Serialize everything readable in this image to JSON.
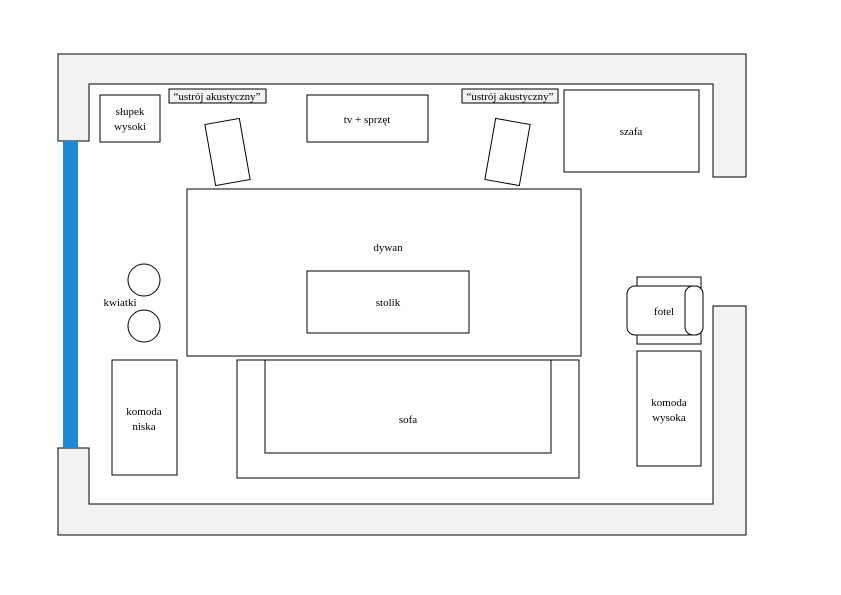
{
  "labels": {
    "slupek_line1": "słupek",
    "slupek_line2": "wysoki",
    "acoustic_left": "“ustrój akustyczny”",
    "acoustic_right": "“ustrój akustyczny”",
    "tv": "tv + sprzęt",
    "szafa": "szafa",
    "dywan": "dywan",
    "stolik": "stolik",
    "kwiatki": "kwiatki",
    "fotel": "fotel",
    "komoda_niska_line1": "komoda",
    "komoda_niska_line2": "niska",
    "sofa": "sofa",
    "komoda_wysoka_line1": "komoda",
    "komoda_wysoka_line2": "wysoka"
  },
  "colors": {
    "wall_fill": "#f2f2f2",
    "window": "#1e8ad6",
    "stroke": "#000000"
  }
}
